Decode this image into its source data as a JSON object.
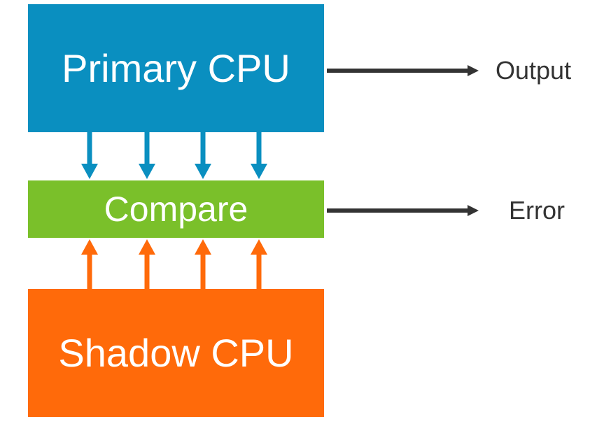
{
  "diagram": {
    "primary": {
      "label": "Primary CPU",
      "color": "#0a8fc0"
    },
    "compare": {
      "label": "Compare",
      "color": "#7ac02a"
    },
    "shadow": {
      "label": "Shadow CPU",
      "color": "#ff6a0a"
    },
    "outputs": {
      "output_label": "Output",
      "error_label": "Error",
      "arrow_color": "#333333"
    },
    "primary_to_compare_links": 4,
    "shadow_to_compare_links": 4
  }
}
